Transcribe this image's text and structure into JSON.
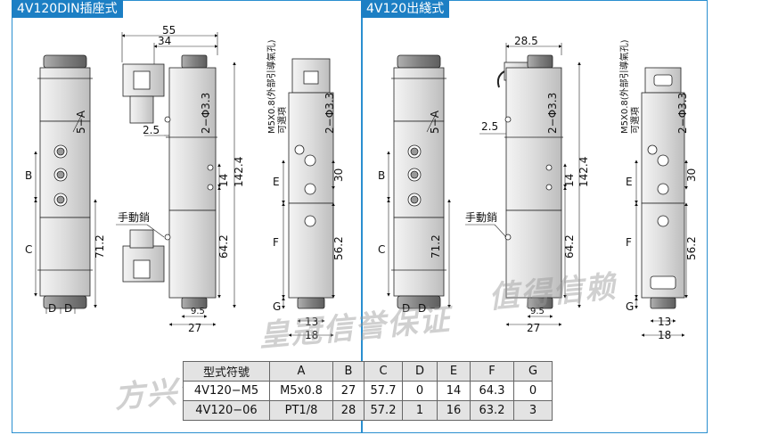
{
  "left_panel": {
    "title": "4V120DIN插座式"
  },
  "right_panel": {
    "title": "4V120出綫式"
  },
  "dims": {
    "d55": "55",
    "d34": "34",
    "d285": "28.5",
    "d25": "2.5",
    "d27": "27",
    "d95": "9.5",
    "d13": "13",
    "d18": "18",
    "d30": "30",
    "d14": "14",
    "d1424": "142.4",
    "d642": "64.2",
    "d562": "56.2",
    "d712": "71.2",
    "d2phi33": "2−Φ3.3",
    "A": "5−A",
    "B": "B",
    "C": "C",
    "D": "D",
    "E": "E",
    "F": "F",
    "G": "G",
    "m5note": "M5X0.8(外部引導氣孔)",
    "optional": "可選項",
    "manual": "手動銷"
  },
  "watermark": {
    "text1": "方兴气动",
    "text2": "皇冠信誉保证",
    "text3": "值得信赖"
  },
  "table": {
    "headers": [
      "型式符號",
      "A",
      "B",
      "C",
      "D",
      "E",
      "F",
      "G"
    ],
    "rows": [
      [
        "4V120−M5",
        "M5x0.8",
        "27",
        "57.7",
        "0",
        "14",
        "64.3",
        "0"
      ],
      [
        "4V120−06",
        "PT1/8",
        "28",
        "57.2",
        "1",
        "16",
        "63.2",
        "3"
      ]
    ]
  }
}
